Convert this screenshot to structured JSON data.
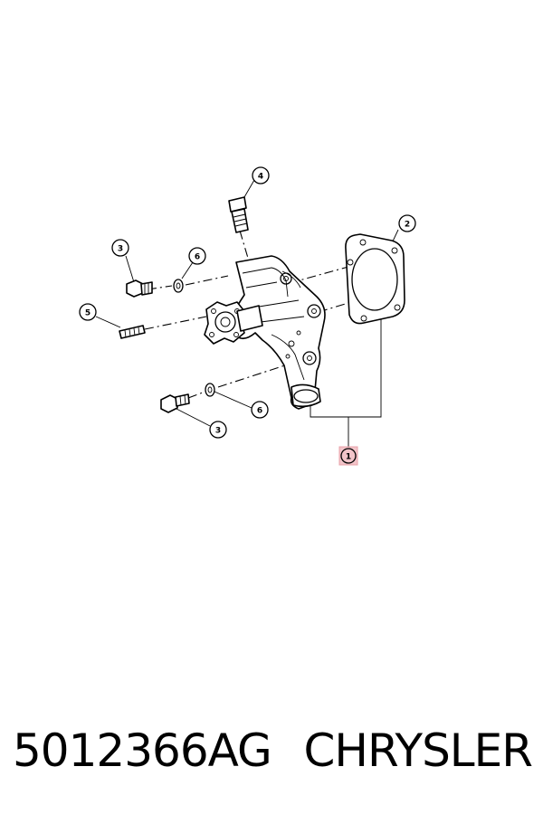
{
  "diagram": {
    "callouts": [
      {
        "id": "c1",
        "label": "1",
        "highlight": true
      },
      {
        "id": "c2",
        "label": "2"
      },
      {
        "id": "c3a",
        "label": "3"
      },
      {
        "id": "c3b",
        "label": "3"
      },
      {
        "id": "c4",
        "label": "4"
      },
      {
        "id": "c5",
        "label": "5"
      },
      {
        "id": "c6a",
        "label": "6"
      },
      {
        "id": "c6b",
        "label": "6"
      }
    ],
    "highlight_color": "#e8a0a8"
  },
  "caption": {
    "part_number": "5012366AG",
    "brand": "CHRYSLER"
  }
}
